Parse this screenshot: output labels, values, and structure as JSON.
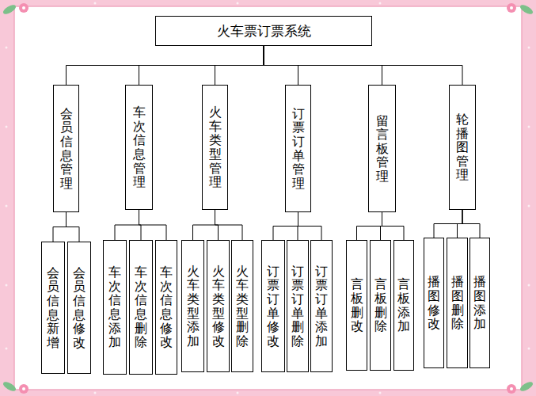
{
  "diagram": {
    "nodes": [
      {
        "text": [
          "火车票订票系统"
        ]
      },
      {
        "text": [
          "会员信息管理"
        ]
      },
      {
        "text": [
          "车次信息管理"
        ]
      },
      {
        "text": [
          "火车类型管理"
        ]
      },
      {
        "text": [
          "订票订单管理"
        ]
      },
      {
        "text": [
          "留言板管理"
        ]
      },
      {
        "text": [
          "轮播图管理"
        ]
      },
      {
        "text": [
          "会员信息新增"
        ]
      },
      {
        "text": [
          "会员信息修改"
        ]
      },
      {
        "text": [
          "车次信息添加"
        ]
      },
      {
        "text": [
          "车次信息删除"
        ]
      },
      {
        "text": [
          "车次信息修改"
        ]
      },
      {
        "text": [
          "火车类型添加"
        ]
      },
      {
        "text": [
          "火车类型修改"
        ]
      },
      {
        "text": [
          "火车类型删除"
        ]
      },
      {
        "text": [
          "订票订单修改"
        ]
      },
      {
        "text": [
          "订票订单删除"
        ]
      },
      {
        "text": [
          "订票订单添加"
        ]
      },
      {
        "text": [
          "言板删改"
        ]
      },
      {
        "text": [
          "言板删除"
        ]
      },
      {
        "text": [
          "言板添加"
        ]
      },
      {
        "text": [
          "播图修改"
        ]
      },
      {
        "text": [
          "播图删除"
        ]
      },
      {
        "text": [
          "播图添加"
        ]
      }
    ],
    "edges": [
      {
        "from": 0,
        "to": 1,
        "arrow": "none"
      },
      {
        "from": 0,
        "to": 2,
        "arrow": "none"
      },
      {
        "from": 0,
        "to": 3,
        "arrow": "none"
      },
      {
        "from": 0,
        "to": 4,
        "arrow": "none"
      },
      {
        "from": 0,
        "to": 5,
        "arrow": "none"
      },
      {
        "from": 0,
        "to": 6,
        "arrow": "none"
      },
      {
        "from": 1,
        "to": 7,
        "arrow": "none"
      },
      {
        "from": 1,
        "to": 8,
        "arrow": "none"
      },
      {
        "from": 2,
        "to": 9,
        "arrow": "none"
      },
      {
        "from": 2,
        "to": 10,
        "arrow": "none"
      },
      {
        "from": 2,
        "to": 11,
        "arrow": "none"
      },
      {
        "from": 3,
        "to": 12,
        "arrow": "none"
      },
      {
        "from": 3,
        "to": 13,
        "arrow": "none"
      },
      {
        "from": 3,
        "to": 14,
        "arrow": "none"
      },
      {
        "from": 4,
        "to": 15,
        "arrow": "none"
      },
      {
        "from": 4,
        "to": 16,
        "arrow": "none"
      },
      {
        "from": 4,
        "to": 17,
        "arrow": "none"
      },
      {
        "from": 5,
        "to": 18,
        "arrow": "none"
      },
      {
        "from": 5,
        "to": 19,
        "arrow": "none"
      },
      {
        "from": 5,
        "to": 20,
        "arrow": "none"
      },
      {
        "from": 6,
        "to": 21,
        "arrow": "none"
      },
      {
        "from": 6,
        "to": 22,
        "arrow": "none"
      },
      {
        "from": 6,
        "to": 23,
        "arrow": "none"
      }
    ]
  }
}
